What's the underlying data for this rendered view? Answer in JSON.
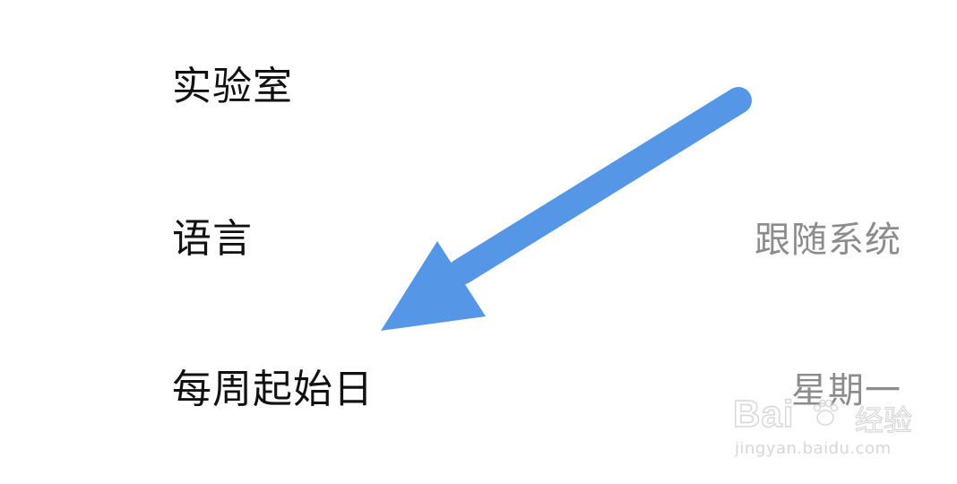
{
  "settings": {
    "rows": [
      {
        "label": "实验室",
        "value": ""
      },
      {
        "label": "语言",
        "value": "跟随系统"
      },
      {
        "label": "每周起始日",
        "value": "星期一"
      }
    ]
  },
  "annotation": {
    "arrow_color": "#5596e6",
    "arrow_icon": "arrow-down-left-icon"
  },
  "watermark": {
    "brand": "Bai",
    "brand_suffix": "经验",
    "url": "jingyan.baidu.com"
  }
}
